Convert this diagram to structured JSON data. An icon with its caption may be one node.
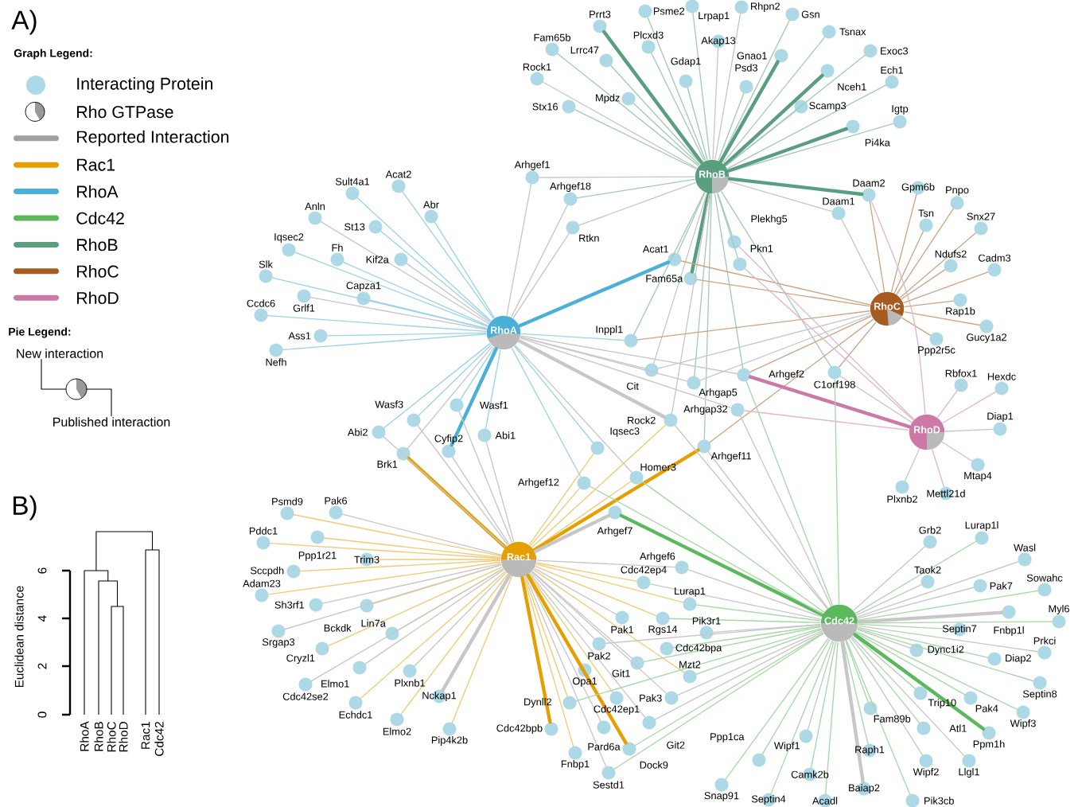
{
  "diagram": {
    "nodes": [
      {
        "text": [
          "RhoB"
        ]
      },
      {
        "text": [
          "RhoA"
        ]
      },
      {
        "text": [
          "RhoC"
        ]
      },
      {
        "text": [
          "RhoD"
        ]
      },
      {
        "text": [
          "Rac1"
        ]
      },
      {
        "text": [
          "Cdc42"
        ]
      },
      {
        "text": [
          "Psme2"
        ]
      },
      {
        "text": [
          "Lrpap1"
        ]
      },
      {
        "text": [
          "Rhpn2"
        ]
      },
      {
        "text": [
          "Gsn"
        ]
      },
      {
        "text": [
          "Prrt3"
        ]
      },
      {
        "text": [
          "Tsnax"
        ]
      },
      {
        "text": [
          "Fam65b"
        ]
      },
      {
        "text": [
          "Plcxd3"
        ]
      },
      {
        "text": [
          "Akap13"
        ]
      },
      {
        "text": [
          "Gnao1"
        ]
      },
      {
        "text": [
          "Exoc3"
        ]
      },
      {
        "text": [
          "Lrrc47"
        ]
      },
      {
        "text": [
          "Nceh1"
        ]
      },
      {
        "text": [
          "Rock1"
        ]
      },
      {
        "text": [
          "Gdap1"
        ]
      },
      {
        "text": [
          "Psd3"
        ]
      },
      {
        "text": [
          "Ech1"
        ]
      },
      {
        "text": [
          "Mpdz"
        ]
      },
      {
        "text": [
          "Stx16"
        ]
      },
      {
        "text": [
          "Scamp3"
        ]
      },
      {
        "text": [
          "Igtp"
        ]
      },
      {
        "text": [
          "Pi4ka"
        ]
      },
      {
        "text": [
          "Arhgef1"
        ]
      },
      {
        "text": [
          "Arhgef18"
        ]
      },
      {
        "text": [
          "Rtkn"
        ]
      },
      {
        "text": [
          "Daam2"
        ]
      },
      {
        "text": [
          "Daam1"
        ]
      },
      {
        "text": [
          "Gpm6b"
        ]
      },
      {
        "text": [
          "Pnpo"
        ]
      },
      {
        "text": [
          "Tsn"
        ]
      },
      {
        "text": [
          "Snx27"
        ]
      },
      {
        "text": [
          "Ndufs2"
        ]
      },
      {
        "text": [
          "Cadm3"
        ]
      },
      {
        "text": [
          "Rap1b"
        ]
      },
      {
        "text": [
          "Gucy1a2"
        ]
      },
      {
        "text": [
          "Ppp2r5c"
        ]
      },
      {
        "text": [
          "Plekhg5"
        ]
      },
      {
        "text": [
          "Acat1"
        ]
      },
      {
        "text": [
          "Pkn1"
        ]
      },
      {
        "text": [
          "Fam65a"
        ]
      },
      {
        "text": [
          "Sult4a1"
        ]
      },
      {
        "text": [
          "Acat2"
        ]
      },
      {
        "text": [
          "Anln"
        ]
      },
      {
        "text": [
          "Abr"
        ]
      },
      {
        "text": [
          "St13"
        ]
      },
      {
        "text": [
          "Iqsec2"
        ]
      },
      {
        "text": [
          "Fh"
        ]
      },
      {
        "text": [
          "Kif2a"
        ]
      },
      {
        "text": [
          "Slk"
        ]
      },
      {
        "text": [
          "Grlf1"
        ]
      },
      {
        "text": [
          "Capza1"
        ]
      },
      {
        "text": [
          "Ccdc6"
        ]
      },
      {
        "text": [
          "Ass1"
        ]
      },
      {
        "text": [
          "Nefh"
        ]
      },
      {
        "text": [
          "Inppl1"
        ]
      },
      {
        "text": [
          "Cit"
        ]
      },
      {
        "text": [
          "Arhgef2"
        ]
      },
      {
        "text": [
          "C1orf198"
        ]
      },
      {
        "text": [
          "Arhgap5"
        ]
      },
      {
        "text": [
          "Rbfox1"
        ]
      },
      {
        "text": [
          "Hexdc"
        ]
      },
      {
        "text": [
          "Rock2"
        ]
      },
      {
        "text": [
          "Arhgap32"
        ]
      },
      {
        "text": [
          "Diap1"
        ]
      },
      {
        "text": [
          "Wasf1"
        ]
      },
      {
        "text": [
          "Wasf3"
        ]
      },
      {
        "text": [
          "Abi2"
        ]
      },
      {
        "text": [
          "Abi1"
        ]
      },
      {
        "text": [
          "Brk1"
        ]
      },
      {
        "text": [
          "Cyfip2"
        ]
      },
      {
        "text": [
          "Iqsec3"
        ]
      },
      {
        "text": [
          "Arhgef11"
        ]
      },
      {
        "text": [
          "Mtap4"
        ]
      },
      {
        "text": [
          "Plxnb2"
        ]
      },
      {
        "text": [
          "Mettl21d"
        ]
      },
      {
        "text": [
          "Arhgef12"
        ]
      },
      {
        "text": [
          "Homer3"
        ]
      },
      {
        "text": [
          "Arhgef7"
        ]
      },
      {
        "text": [
          "Psmd9"
        ]
      },
      {
        "text": [
          "Pak6"
        ]
      },
      {
        "text": [
          "Pddc1"
        ]
      },
      {
        "text": [
          "Ppp1r21"
        ]
      },
      {
        "text": [
          "Trim3"
        ]
      },
      {
        "text": [
          "Sccpdh"
        ]
      },
      {
        "text": [
          "Adam23"
        ]
      },
      {
        "text": [
          "Sh3rf1"
        ]
      },
      {
        "text": [
          "Bckdk"
        ]
      },
      {
        "text": [
          "Srgap3"
        ]
      },
      {
        "text": [
          "Lin7a"
        ]
      },
      {
        "text": [
          "Cryzl1"
        ]
      },
      {
        "text": [
          "Elmo1"
        ]
      },
      {
        "text": [
          "Plxnb1"
        ]
      },
      {
        "text": [
          "Cdc42se2"
        ]
      },
      {
        "text": [
          "Echdc1"
        ]
      },
      {
        "text": [
          "Nckap1"
        ]
      },
      {
        "text": [
          "Elmo2"
        ]
      },
      {
        "text": [
          "Pip4k2b"
        ]
      },
      {
        "text": [
          "Arhgef6"
        ]
      },
      {
        "text": [
          "Cdc42ep4"
        ]
      },
      {
        "text": [
          "Lurap1"
        ]
      },
      {
        "text": [
          "Pak1"
        ]
      },
      {
        "text": [
          "Rgs14"
        ]
      },
      {
        "text": [
          "Pik3r1"
        ]
      },
      {
        "text": [
          "Pak2"
        ]
      },
      {
        "text": [
          "Cdc42bpa"
        ]
      },
      {
        "text": [
          "Git1"
        ]
      },
      {
        "text": [
          "Opa1"
        ]
      },
      {
        "text": [
          "Mzt2"
        ]
      },
      {
        "text": [
          "Dynll2"
        ]
      },
      {
        "text": [
          "Cdc42ep1"
        ]
      },
      {
        "text": [
          "Pak3"
        ]
      },
      {
        "text": [
          "Cdc42bpb"
        ]
      },
      {
        "text": [
          "Pard6a"
        ]
      },
      {
        "text": [
          "Git2"
        ]
      },
      {
        "text": [
          "Fnbp1"
        ]
      },
      {
        "text": [
          "Dock9"
        ]
      },
      {
        "text": [
          "Sestd1"
        ]
      },
      {
        "text": [
          "Grb2"
        ]
      },
      {
        "text": [
          "Lurap1l"
        ]
      },
      {
        "text": [
          "Wasl"
        ]
      },
      {
        "text": [
          "Pak7"
        ]
      },
      {
        "text": [
          "Taok2"
        ]
      },
      {
        "text": [
          "Sowahc"
        ]
      },
      {
        "text": [
          "Fnbp1l"
        ]
      },
      {
        "text": [
          "Myl6"
        ]
      },
      {
        "text": [
          "Septin7"
        ]
      },
      {
        "text": [
          "Dync1i2"
        ]
      },
      {
        "text": [
          "Prkci"
        ]
      },
      {
        "text": [
          "Diap2"
        ]
      },
      {
        "text": [
          "Septin8"
        ]
      },
      {
        "text": [
          "Trip10"
        ]
      },
      {
        "text": [
          "Pak4"
        ]
      },
      {
        "text": [
          "Wipf3"
        ]
      },
      {
        "text": [
          "Fam89b"
        ]
      },
      {
        "text": [
          "Atl1"
        ]
      },
      {
        "text": [
          "Ppm1h"
        ]
      },
      {
        "text": [
          "Wipf1"
        ]
      },
      {
        "text": [
          "Raph1"
        ]
      },
      {
        "text": [
          "Ppp1ca"
        ]
      },
      {
        "text": [
          "Wipf2"
        ]
      },
      {
        "text": [
          "Llgl1"
        ]
      },
      {
        "text": [
          "Camk2b"
        ]
      },
      {
        "text": [
          "Snap91"
        ]
      },
      {
        "text": [
          "Baiap2"
        ]
      },
      {
        "text": [
          "Septin4"
        ]
      },
      {
        "text": [
          "Acadl"
        ]
      },
      {
        "text": [
          "Pik3cb"
        ]
      },
      {
        "text": [
          "New interaction"
        ]
      },
      {
        "text": [],
        "shape": "circle"
      },
      {
        "text": [
          "Published interaction"
        ]
      }
    ],
    "edges": [
      {
        "from": 0,
        "to": 6,
        "arrow": "none",
        "color": "#a4cab9"
      },
      {
        "from": 0,
        "to": 7,
        "arrow": "none",
        "color": "#a4cab9"
      },
      {
        "from": 0,
        "to": 8,
        "arrow": "none"
      },
      {
        "from": 0,
        "to": 9,
        "arrow": "none",
        "color": "#a4cab9"
      },
      {
        "from": 0,
        "to": 10,
        "arrow": "none",
        "color": "#5a9e80",
        "style": "thick"
      },
      {
        "from": 0,
        "to": 11,
        "arrow": "none",
        "color": "#a4cab9"
      },
      {
        "from": 0,
        "to": 12,
        "arrow": "none",
        "color": "#a4cab9"
      },
      {
        "from": 0,
        "to": 13,
        "arrow": "none",
        "color": "#a4cab9"
      },
      {
        "from": 0,
        "to": 14,
        "arrow": "none"
      },
      {
        "from": 0,
        "to": 15,
        "arrow": "none",
        "color": "#5a9e80",
        "style": "thick"
      },
      {
        "from": 0,
        "to": 16,
        "arrow": "none",
        "color": "#a4cab9"
      },
      {
        "from": 0,
        "to": 17,
        "arrow": "none",
        "color": "#a4cab9"
      },
      {
        "from": 0,
        "to": 18,
        "arrow": "none",
        "color": "#5a9e80",
        "style": "thick"
      },
      {
        "from": 0,
        "to": 19,
        "arrow": "none"
      },
      {
        "from": 0,
        "to": 20,
        "arrow": "none",
        "color": "#a4cab9"
      },
      {
        "from": 0,
        "to": 21,
        "arrow": "none",
        "color": "#a4cab9"
      },
      {
        "from": 0,
        "to": 22,
        "arrow": "none",
        "color": "#a4cab9"
      },
      {
        "from": 0,
        "to": 23,
        "arrow": "none",
        "color": "#a4cab9"
      },
      {
        "from": 0,
        "to": 24,
        "arrow": "none",
        "color": "#a4cab9"
      },
      {
        "from": 0,
        "to": 25,
        "arrow": "none",
        "color": "#a4cab9"
      },
      {
        "from": 0,
        "to": 26,
        "arrow": "none",
        "color": "#a4cab9"
      },
      {
        "from": 0,
        "to": 27,
        "arrow": "none",
        "color": "#5a9e80",
        "style": "thick"
      },
      {
        "from": 0,
        "to": 28,
        "arrow": "none"
      },
      {
        "from": 0,
        "to": 29,
        "arrow": "none",
        "color": "#a4cab9"
      },
      {
        "from": 0,
        "to": 30,
        "arrow": "none"
      },
      {
        "from": 0,
        "to": 31,
        "arrow": "none",
        "color": "#5a9e80",
        "style": "thick"
      },
      {
        "from": 0,
        "to": 32,
        "arrow": "none"
      },
      {
        "from": 0,
        "to": 42,
        "arrow": "none",
        "color": "#a4cab9"
      },
      {
        "from": 0,
        "to": 43,
        "arrow": "none",
        "color": "#a4cab9"
      },
      {
        "from": 0,
        "to": 44,
        "arrow": "none",
        "color": "#a4cab9"
      },
      {
        "from": 0,
        "to": 45,
        "arrow": "none",
        "color": "#5a9e80",
        "style": "thick"
      },
      {
        "from": 0,
        "to": 60,
        "arrow": "none",
        "color": "#a4cab9"
      },
      {
        "from": 0,
        "to": 61,
        "arrow": "none"
      },
      {
        "from": 0,
        "to": 62,
        "arrow": "none",
        "color": "#a4cab9"
      },
      {
        "from": 0,
        "to": 63,
        "arrow": "none",
        "color": "#a4cab9"
      },
      {
        "from": 0,
        "to": 64,
        "arrow": "none",
        "color": "#a4cab9"
      },
      {
        "from": 0,
        "to": 67,
        "arrow": "none"
      },
      {
        "from": 0,
        "to": 77,
        "arrow": "none",
        "color": "#a4cab9"
      },
      {
        "from": 1,
        "to": 28,
        "arrow": "none"
      },
      {
        "from": 1,
        "to": 29,
        "arrow": "none"
      },
      {
        "from": 1,
        "to": 30,
        "arrow": "none"
      },
      {
        "from": 1,
        "to": 46,
        "arrow": "none",
        "color": "#9bd3ea"
      },
      {
        "from": 1,
        "to": 47,
        "arrow": "none",
        "color": "#9bd3ea"
      },
      {
        "from": 1,
        "to": 48,
        "arrow": "none"
      },
      {
        "from": 1,
        "to": 49,
        "arrow": "none",
        "color": "#9bd3ea"
      },
      {
        "from": 1,
        "to": 50,
        "arrow": "none",
        "color": "#9bd3ea"
      },
      {
        "from": 1,
        "to": 51,
        "arrow": "none",
        "color": "#9bd3ea"
      },
      {
        "from": 1,
        "to": 52,
        "arrow": "none",
        "color": "#9bd3ea"
      },
      {
        "from": 1,
        "to": 53,
        "arrow": "none"
      },
      {
        "from": 1,
        "to": 54,
        "arrow": "none",
        "color": "#9bd3ea"
      },
      {
        "from": 1,
        "to": 55,
        "arrow": "none"
      },
      {
        "from": 1,
        "to": 56,
        "arrow": "none",
        "color": "#9bd3ea"
      },
      {
        "from": 1,
        "to": 57,
        "arrow": "none",
        "color": "#9bd3ea"
      },
      {
        "from": 1,
        "to": 58,
        "arrow": "none",
        "color": "#9bd3ea"
      },
      {
        "from": 1,
        "to": 59,
        "arrow": "none",
        "color": "#9bd3ea"
      },
      {
        "from": 1,
        "to": 43,
        "arrow": "none",
        "color": "#4ab0d8",
        "style": "thick"
      },
      {
        "from": 1,
        "to": 60,
        "arrow": "none",
        "color": "#9bd3ea"
      },
      {
        "from": 1,
        "to": 61,
        "arrow": "none"
      },
      {
        "from": 1,
        "to": 62,
        "arrow": "none"
      },
      {
        "from": 1,
        "to": 64,
        "arrow": "none"
      },
      {
        "from": 1,
        "to": 67,
        "arrow": "none",
        "style": "thick"
      },
      {
        "from": 1,
        "to": 68,
        "arrow": "none"
      },
      {
        "from": 1,
        "to": 70,
        "arrow": "none",
        "color": "#9bd3ea"
      },
      {
        "from": 1,
        "to": 71,
        "arrow": "none",
        "color": "#9bd3ea"
      },
      {
        "from": 1,
        "to": 72,
        "arrow": "none",
        "color": "#9bd3ea"
      },
      {
        "from": 1,
        "to": 73,
        "arrow": "none",
        "color": "#9bd3ea"
      },
      {
        "from": 1,
        "to": 74,
        "arrow": "none"
      },
      {
        "from": 1,
        "to": 75,
        "arrow": "none",
        "color": "#4ab0d8",
        "style": "thick"
      },
      {
        "from": 1,
        "to": 76,
        "arrow": "none",
        "color": "#9bd3ea"
      },
      {
        "from": 1,
        "to": 81,
        "arrow": "none",
        "color": "#9bd3ea"
      },
      {
        "from": 1,
        "to": 82,
        "arrow": "none"
      },
      {
        "from": 2,
        "to": 31,
        "arrow": "none",
        "color": "#cea584"
      },
      {
        "from": 2,
        "to": 32,
        "arrow": "none"
      },
      {
        "from": 2,
        "to": 33,
        "arrow": "none",
        "color": "#cea584"
      },
      {
        "from": 2,
        "to": 34,
        "arrow": "none",
        "color": "#cea584"
      },
      {
        "from": 2,
        "to": 35,
        "arrow": "none",
        "color": "#cea584"
      },
      {
        "from": 2,
        "to": 36,
        "arrow": "none",
        "color": "#cea584"
      },
      {
        "from": 2,
        "to": 37,
        "arrow": "none",
        "color": "#cea584"
      },
      {
        "from": 2,
        "to": 38,
        "arrow": "none",
        "color": "#cea584"
      },
      {
        "from": 2,
        "to": 39,
        "arrow": "none",
        "color": "#cea584"
      },
      {
        "from": 2,
        "to": 40,
        "arrow": "none",
        "color": "#cea584"
      },
      {
        "from": 2,
        "to": 41,
        "arrow": "none",
        "color": "#cea584"
      },
      {
        "from": 2,
        "to": 43,
        "arrow": "none",
        "color": "#cea584"
      },
      {
        "from": 2,
        "to": 45,
        "arrow": "none",
        "color": "#cea584"
      },
      {
        "from": 2,
        "to": 60,
        "arrow": "none",
        "color": "#cea584"
      },
      {
        "from": 2,
        "to": 61,
        "arrow": "none"
      },
      {
        "from": 2,
        "to": 62,
        "arrow": "none",
        "color": "#cea584"
      },
      {
        "from": 2,
        "to": 63,
        "arrow": "none",
        "color": "#cea584"
      },
      {
        "from": 2,
        "to": 64,
        "arrow": "none"
      },
      {
        "from": 2,
        "to": 77,
        "arrow": "none",
        "color": "#cea584"
      },
      {
        "from": 3,
        "to": 31,
        "arrow": "none",
        "color": "#e3b5cf"
      },
      {
        "from": 3,
        "to": 42,
        "arrow": "none",
        "color": "#e3b5cf"
      },
      {
        "from": 3,
        "to": 44,
        "arrow": "none",
        "color": "#e3b5cf"
      },
      {
        "from": 3,
        "to": 62,
        "arrow": "none",
        "color": "#cc79a7",
        "style": "thick"
      },
      {
        "from": 3,
        "to": 63,
        "arrow": "none"
      },
      {
        "from": 3,
        "to": 65,
        "arrow": "none",
        "color": "#e3b5cf"
      },
      {
        "from": 3,
        "to": 66,
        "arrow": "none",
        "color": "#e3b5cf"
      },
      {
        "from": 3,
        "to": 68,
        "arrow": "none",
        "color": "#e3b5cf"
      },
      {
        "from": 3,
        "to": 69,
        "arrow": "none"
      },
      {
        "from": 3,
        "to": 78,
        "arrow": "none",
        "color": "#e3b5cf"
      },
      {
        "from": 3,
        "to": 79,
        "arrow": "none"
      },
      {
        "from": 3,
        "to": 80,
        "arrow": "none",
        "color": "#e3b5cf"
      },
      {
        "from": 4,
        "to": 84,
        "arrow": "none",
        "color": "#f1ca73"
      },
      {
        "from": 4,
        "to": 85,
        "arrow": "none"
      },
      {
        "from": 4,
        "to": 86,
        "arrow": "none",
        "color": "#f1ca73"
      },
      {
        "from": 4,
        "to": 87,
        "arrow": "none",
        "color": "#f1ca73"
      },
      {
        "from": 4,
        "to": 88,
        "arrow": "none",
        "color": "#f1ca73"
      },
      {
        "from": 4,
        "to": 89,
        "arrow": "none",
        "color": "#f1ca73"
      },
      {
        "from": 4,
        "to": 90,
        "arrow": "none",
        "color": "#f1ca73"
      },
      {
        "from": 4,
        "to": 91,
        "arrow": "none"
      },
      {
        "from": 4,
        "to": 92,
        "arrow": "none",
        "color": "#f1ca73"
      },
      {
        "from": 4,
        "to": 93,
        "arrow": "none"
      },
      {
        "from": 4,
        "to": 94,
        "arrow": "none",
        "color": "#f1ca73"
      },
      {
        "from": 4,
        "to": 95,
        "arrow": "none",
        "color": "#f1ca73"
      },
      {
        "from": 4,
        "to": 96,
        "arrow": "none"
      },
      {
        "from": 4,
        "to": 97,
        "arrow": "none"
      },
      {
        "from": 4,
        "to": 98,
        "arrow": "none"
      },
      {
        "from": 4,
        "to": 99,
        "arrow": "none",
        "color": "#f1ca73"
      },
      {
        "from": 4,
        "to": 100,
        "arrow": "none",
        "style": "thick"
      },
      {
        "from": 4,
        "to": 101,
        "arrow": "none",
        "color": "#f1ca73"
      },
      {
        "from": 4,
        "to": 102,
        "arrow": "none",
        "color": "#f1ca73"
      },
      {
        "from": 4,
        "to": 74,
        "arrow": "none",
        "color": "#e69f00",
        "style": "thick"
      },
      {
        "from": 4,
        "to": 70,
        "arrow": "none"
      },
      {
        "from": 4,
        "to": 71,
        "arrow": "none"
      },
      {
        "from": 4,
        "to": 72,
        "arrow": "none"
      },
      {
        "from": 4,
        "to": 73,
        "arrow": "none"
      },
      {
        "from": 4,
        "to": 75,
        "arrow": "none"
      },
      {
        "from": 4,
        "to": 76,
        "arrow": "none",
        "color": "#f1ca73"
      },
      {
        "from": 4,
        "to": 81,
        "arrow": "none",
        "color": "#f1ca73"
      },
      {
        "from": 4,
        "to": 82,
        "arrow": "none",
        "color": "#f1ca73"
      },
      {
        "from": 4,
        "to": 77,
        "arrow": "none",
        "color": "#e69f00",
        "style": "thick"
      },
      {
        "from": 4,
        "to": 67,
        "arrow": "none",
        "color": "#f1ca73"
      },
      {
        "from": 4,
        "to": 83,
        "arrow": "none",
        "style": "thick"
      },
      {
        "from": 4,
        "to": 103,
        "arrow": "none"
      },
      {
        "from": 4,
        "to": 104,
        "arrow": "none",
        "color": "#f1ca73"
      },
      {
        "from": 4,
        "to": 105,
        "arrow": "none",
        "color": "#f1ca73"
      },
      {
        "from": 4,
        "to": 106,
        "arrow": "none"
      },
      {
        "from": 4,
        "to": 107,
        "arrow": "none",
        "color": "#f1ca73"
      },
      {
        "from": 4,
        "to": 109,
        "arrow": "none"
      },
      {
        "from": 4,
        "to": 111,
        "arrow": "none"
      },
      {
        "from": 4,
        "to": 112,
        "arrow": "none"
      },
      {
        "from": 4,
        "to": 113,
        "arrow": "none",
        "color": "#f1ca73"
      },
      {
        "from": 4,
        "to": 114,
        "arrow": "none",
        "color": "#f1ca73"
      },
      {
        "from": 4,
        "to": 115,
        "arrow": "none",
        "color": "#f1ca73"
      },
      {
        "from": 4,
        "to": 116,
        "arrow": "none"
      },
      {
        "from": 4,
        "to": 117,
        "arrow": "none",
        "color": "#e69f00",
        "style": "thick"
      },
      {
        "from": 4,
        "to": 118,
        "arrow": "none"
      },
      {
        "from": 4,
        "to": 119,
        "arrow": "none"
      },
      {
        "from": 4,
        "to": 120,
        "arrow": "none",
        "color": "#f1ca73"
      },
      {
        "from": 4,
        "to": 121,
        "arrow": "none",
        "color": "#e69f00",
        "style": "thick"
      },
      {
        "from": 4,
        "to": 122,
        "arrow": "none"
      },
      {
        "from": 5,
        "to": 123,
        "arrow": "none"
      },
      {
        "from": 5,
        "to": 124,
        "arrow": "none",
        "color": "#a5d8a5"
      },
      {
        "from": 5,
        "to": 125,
        "arrow": "none"
      },
      {
        "from": 5,
        "to": 126,
        "arrow": "none"
      },
      {
        "from": 5,
        "to": 127,
        "arrow": "none"
      },
      {
        "from": 5,
        "to": 128,
        "arrow": "none",
        "color": "#a5d8a5"
      },
      {
        "from": 5,
        "to": 129,
        "arrow": "none",
        "style": "thick"
      },
      {
        "from": 5,
        "to": 130,
        "arrow": "none",
        "color": "#a5d8a5"
      },
      {
        "from": 5,
        "to": 131,
        "arrow": "none",
        "color": "#a5d8a5"
      },
      {
        "from": 5,
        "to": 132,
        "arrow": "none"
      },
      {
        "from": 5,
        "to": 133,
        "arrow": "none"
      },
      {
        "from": 5,
        "to": 134,
        "arrow": "none",
        "color": "#a5d8a5"
      },
      {
        "from": 5,
        "to": 135,
        "arrow": "none",
        "color": "#a5d8a5"
      },
      {
        "from": 5,
        "to": 136,
        "arrow": "none",
        "color": "#a5d8a5"
      },
      {
        "from": 5,
        "to": 137,
        "arrow": "none",
        "color": "#a5d8a5"
      },
      {
        "from": 5,
        "to": 138,
        "arrow": "none",
        "color": "#a5d8a5"
      },
      {
        "from": 5,
        "to": 139,
        "arrow": "none",
        "color": "#a5d8a5"
      },
      {
        "from": 5,
        "to": 140,
        "arrow": "none",
        "color": "#a5d8a5"
      },
      {
        "from": 5,
        "to": 141,
        "arrow": "none",
        "color": "#5cb85c",
        "style": "thick"
      },
      {
        "from": 5,
        "to": 142,
        "arrow": "none"
      },
      {
        "from": 5,
        "to": 143,
        "arrow": "none",
        "color": "#a5d8a5"
      },
      {
        "from": 5,
        "to": 144,
        "arrow": "none",
        "color": "#a5d8a5"
      },
      {
        "from": 5,
        "to": 145,
        "arrow": "none"
      },
      {
        "from": 5,
        "to": 146,
        "arrow": "none"
      },
      {
        "from": 5,
        "to": 147,
        "arrow": "none",
        "color": "#a5d8a5"
      },
      {
        "from": 5,
        "to": 148,
        "arrow": "none",
        "color": "#a5d8a5"
      },
      {
        "from": 5,
        "to": 149,
        "arrow": "none",
        "style": "thick"
      },
      {
        "from": 5,
        "to": 150,
        "arrow": "none",
        "color": "#a5d8a5"
      },
      {
        "from": 5,
        "to": 151,
        "arrow": "none",
        "color": "#a5d8a5"
      },
      {
        "from": 5,
        "to": 152,
        "arrow": "none",
        "color": "#a5d8a5"
      },
      {
        "from": 5,
        "to": 83,
        "arrow": "none",
        "color": "#5cb85c",
        "style": "thick"
      },
      {
        "from": 5,
        "to": 103,
        "arrow": "none"
      },
      {
        "from": 5,
        "to": 104,
        "arrow": "none"
      },
      {
        "from": 5,
        "to": 105,
        "arrow": "none",
        "color": "#a5d8a5"
      },
      {
        "from": 5,
        "to": 107,
        "arrow": "none",
        "color": "#a5d8a5"
      },
      {
        "from": 5,
        "to": 108,
        "arrow": "none"
      },
      {
        "from": 5,
        "to": 109,
        "arrow": "none"
      },
      {
        "from": 5,
        "to": 110,
        "arrow": "none",
        "color": "#a5d8a5"
      },
      {
        "from": 5,
        "to": 111,
        "arrow": "none",
        "color": "#a5d8a5"
      },
      {
        "from": 5,
        "to": 113,
        "arrow": "none",
        "color": "#a5d8a5"
      },
      {
        "from": 5,
        "to": 114,
        "arrow": "none",
        "color": "#a5d8a5"
      },
      {
        "from": 5,
        "to": 116,
        "arrow": "none"
      },
      {
        "from": 5,
        "to": 119,
        "arrow": "none"
      },
      {
        "from": 5,
        "to": 121,
        "arrow": "none",
        "color": "#a5d8a5"
      },
      {
        "from": 5,
        "to": 122,
        "arrow": "none",
        "color": "#a5d8a5"
      },
      {
        "from": 5,
        "to": 62,
        "arrow": "none",
        "color": "#a5d8a5"
      },
      {
        "from": 5,
        "to": 63,
        "arrow": "none",
        "color": "#a5d8a5"
      },
      {
        "from": 5,
        "to": 67,
        "arrow": "none"
      },
      {
        "from": 5,
        "to": 68,
        "arrow": "none"
      },
      {
        "from": 5,
        "to": 77,
        "arrow": "none"
      },
      {
        "from": 5,
        "to": 81,
        "arrow": "none",
        "color": "#a5d8a5"
      },
      {
        "from": 5,
        "to": 82,
        "arrow": "none",
        "color": "#a5d8a5"
      },
      {
        "from": 153,
        "to": 154,
        "arrow": "none",
        "color": "#000000"
      },
      {
        "from": 155,
        "to": 154,
        "arrow": "none",
        "color": "#000000"
      }
    ],
    "labels": [
      "A)",
      "Graph Legend:",
      "Pie Legend:",
      "B)",
      "Euclidean distance",
      "0",
      "2",
      "4",
      "6",
      "RhoA",
      "RhoB",
      "RhoC",
      "RhoD",
      "Rac1",
      "Cdc42"
    ],
    "legend": [
      {
        "text": "Interacting Protein"
      },
      {
        "text": "Rho GTPase"
      },
      {
        "text": "Reported Interaction",
        "color": "#a0a0a0"
      },
      {
        "text": "Rac1",
        "color": "#e69f00"
      },
      {
        "text": "RhoA",
        "color": "#4ab0d8"
      },
      {
        "text": "Cdc42",
        "color": "#5cb85c"
      },
      {
        "text": "RhoB",
        "color": "#5a9e80"
      },
      {
        "text": "RhoC",
        "color": "#a65b20"
      },
      {
        "text": "RhoD",
        "color": "#cc79a7"
      }
    ]
  }
}
